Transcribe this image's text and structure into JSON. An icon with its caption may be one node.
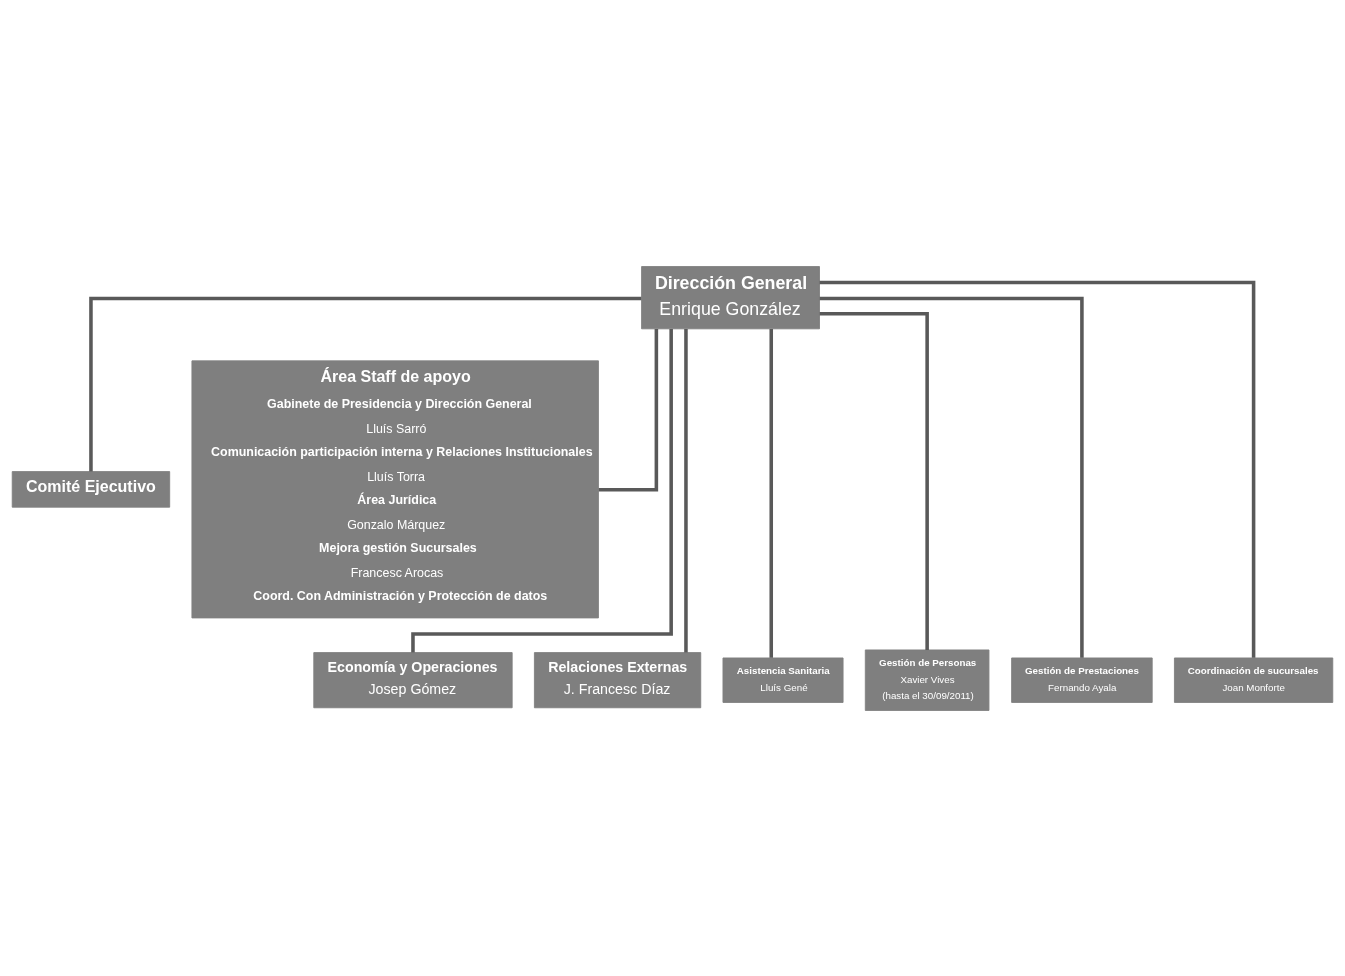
{
  "diagram": {
    "nodes": [
      {
        "text": [
          "Dirección General",
          "Enrique González"
        ]
      },
      {
        "text": [
          "Comité Ejecutivo"
        ]
      },
      {
        "text": [
          "Área Staff de apoyo",
          "Gabinete de Presidencia y Dirección General",
          "Lluís Sarró",
          "Comunicación participación interna y Relaciones Institucionales",
          "Lluís Torra",
          "Área Jurídica",
          "Gonzalo Márquez",
          "Mejora gestión Sucursales",
          "Francesc Arocas",
          "Coord. Con Administración y Protección de datos"
        ]
      },
      {
        "text": [
          "Economía y Operaciones",
          "Josep Gómez"
        ]
      },
      {
        "text": [
          "Relaciones Externas",
          "J. Francesc Díaz"
        ]
      },
      {
        "text": [
          "Asistencia Sanitaria",
          "Lluís Gené"
        ]
      },
      {
        "text": [
          "Gestión de Personas",
          "Xavier Vives",
          "(hasta el 30/09/2011)"
        ]
      },
      {
        "text": [
          "Gestión de Prestaciones",
          "Fernando Ayala"
        ]
      },
      {
        "text": [
          "Coordinación de sucursales",
          "Joan Monforte"
        ]
      }
    ],
    "edges": [
      {
        "from": 0,
        "to": 1,
        "arrow": "none"
      },
      {
        "from": 0,
        "to": 2,
        "arrow": "none"
      },
      {
        "from": 0,
        "to": 3,
        "arrow": "none"
      },
      {
        "from": 0,
        "to": 4,
        "arrow": "none"
      },
      {
        "from": 0,
        "to": 5,
        "arrow": "none"
      },
      {
        "from": 0,
        "to": 6,
        "arrow": "none"
      },
      {
        "from": 0,
        "to": 7,
        "arrow": "none"
      },
      {
        "from": 0,
        "to": 8,
        "arrow": "none"
      }
    ]
  }
}
